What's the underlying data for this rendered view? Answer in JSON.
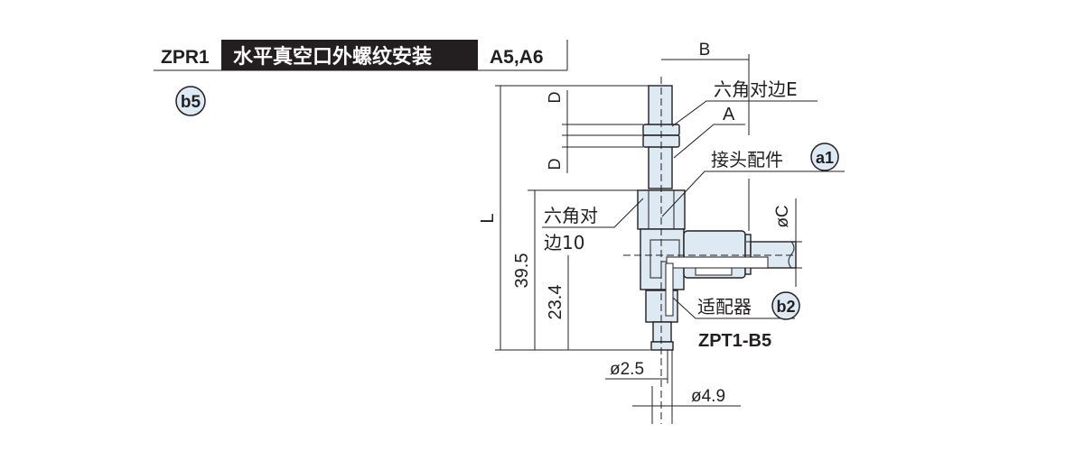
{
  "header": {
    "model": "ZPR1",
    "title": "水平真空口外螺纹安装",
    "variants": "A5,A6",
    "badge": "b5"
  },
  "labels": {
    "B": "B",
    "hex_E": "六角对边E",
    "A": "A",
    "fitting": "接头配件",
    "fitting_badge": "a1",
    "hex10_line1": "六角对",
    "hex10_line2": "边10",
    "L": "L",
    "D_top": "D",
    "D_bottom": "D",
    "dim_39_5": "39.5",
    "dim_23_4": "23.4",
    "phiC": "øC",
    "adapter": "适配器",
    "adapter_badge": "b2",
    "adapter_model": "ZPT1-B5",
    "phi2_5": "ø2.5",
    "phi4_9": "ø4.9"
  },
  "colors": {
    "part_fill": "#dde9f3",
    "header_bg": "#231f20",
    "ink": "#231f20"
  }
}
